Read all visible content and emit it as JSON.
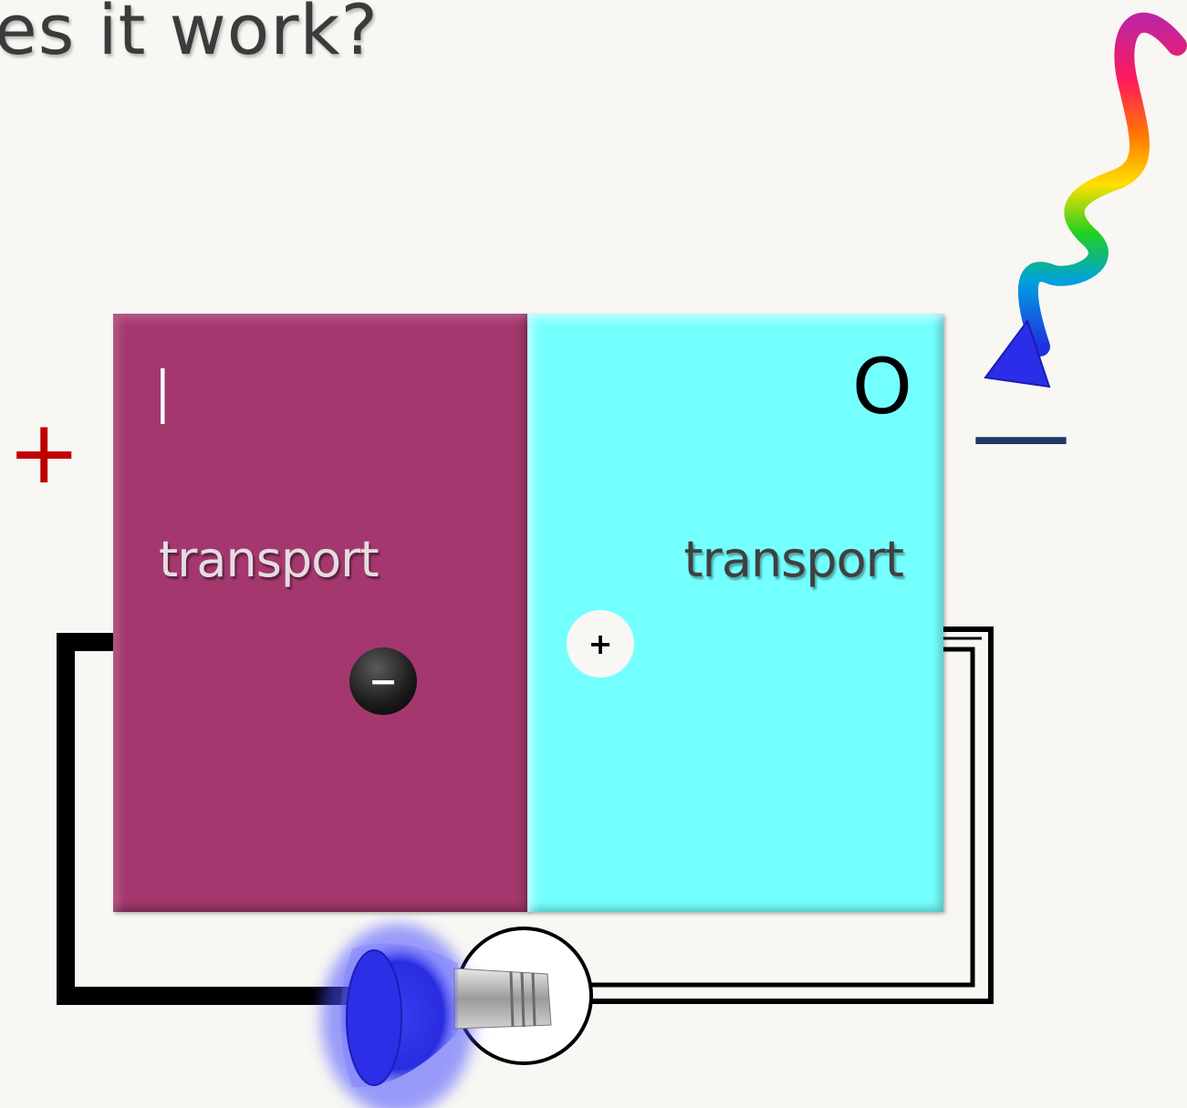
{
  "title": "es it work?",
  "layer_i": {
    "label": "I",
    "text": "transport",
    "color": "#a4386e"
  },
  "layer_o": {
    "label": "O",
    "text": "transport",
    "color": "#74ffff"
  },
  "charges": {
    "negative": "−",
    "positive": "+"
  },
  "terminals": {
    "positive": "+",
    "negative": "—",
    "positive_color": "#c00000",
    "negative_color": "#1f3864"
  },
  "icons": [
    "light-wave-arrow-icon",
    "led-bulb-icon"
  ]
}
